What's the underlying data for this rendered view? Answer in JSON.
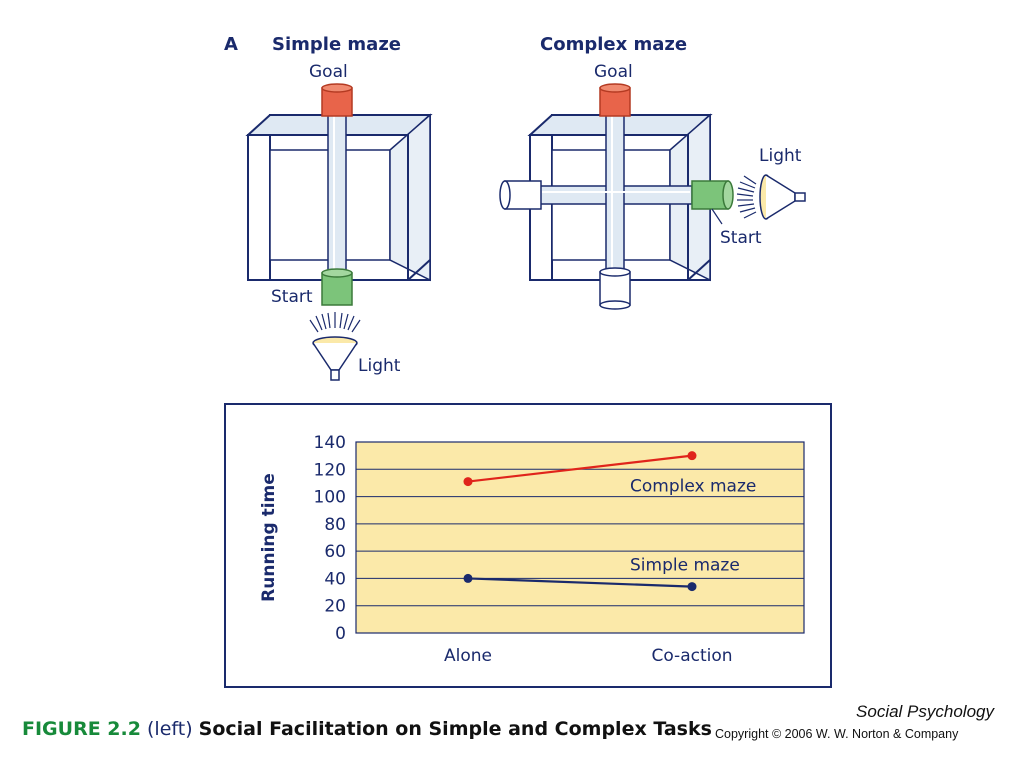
{
  "panel_label": "A",
  "simple_maze": {
    "title": "Simple maze",
    "goal_label": "Goal",
    "start_label": "Start",
    "light_label": "Light"
  },
  "complex_maze": {
    "title": "Complex maze",
    "goal_label": "Goal",
    "start_label": "Start",
    "light_label": "Light"
  },
  "colors": {
    "navy": "#1a2a6c",
    "goal_red": "#e8644a",
    "start_green": "#7cc47a",
    "tank_blue": "#dfe9f3",
    "chart_bg": "#fbe9a9",
    "series_complex": "#e0241b",
    "series_simple": "#1a2a6c"
  },
  "chart_data": {
    "type": "line",
    "categories": [
      "Alone",
      "Co-action"
    ],
    "ylabel": "Running time",
    "ylim": [
      0,
      140
    ],
    "yticks": [
      0,
      20,
      40,
      60,
      80,
      100,
      120,
      140
    ],
    "grid": true,
    "series": [
      {
        "name": "Complex maze",
        "values": [
          111,
          130
        ],
        "color": "#e0241b"
      },
      {
        "name": "Simple maze",
        "values": [
          40,
          34
        ],
        "color": "#1a2a6c"
      }
    ]
  },
  "caption": {
    "figure": "FIGURE 2.2",
    "qualifier": " (left) ",
    "title": "Social Facilitation on Simple and Complex Tasks"
  },
  "book_title": "Social Psychology",
  "copyright": "Copyright © 2006 W. W. Norton & Company"
}
